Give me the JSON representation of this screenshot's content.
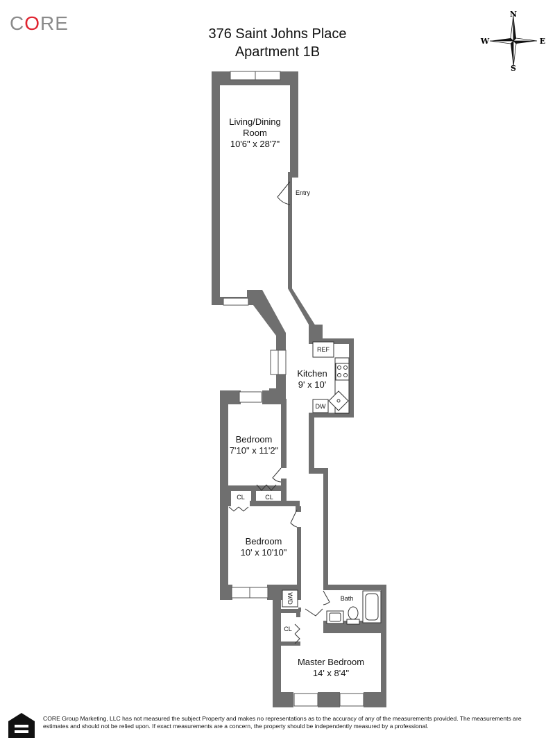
{
  "brand": {
    "logo_prefix": "C",
    "logo_accent": "O",
    "logo_suffix": "RE",
    "accent_color": "#e0232f",
    "gray_color": "#8a8a8a"
  },
  "header": {
    "address": "376 Saint Johns Place",
    "unit": "Apartment 1B"
  },
  "compass": {
    "n": "N",
    "s": "S",
    "e": "E",
    "w": "W"
  },
  "rooms": {
    "living": {
      "name_line1": "Living/Dining",
      "name_line2": "Room",
      "dims": "10'6\" x 28'7\""
    },
    "kitchen": {
      "name": "Kitchen",
      "dims": "9' x 10'"
    },
    "bedroom1": {
      "name": "Bedroom",
      "dims": "7'10\" x 11'2\""
    },
    "bedroom2": {
      "name": "Bedroom",
      "dims": "10' x 10'10\""
    },
    "master": {
      "name": "Master Bedroom",
      "dims": "14' x 8'4\""
    },
    "bath": {
      "name": "Bath"
    }
  },
  "labels": {
    "entry": "Entry",
    "ref": "REF",
    "dw": "DW",
    "wd": "W/D",
    "cl": "CL"
  },
  "disclaimer": "CORE Group Marketing, LLC has not measured the subject Property and makes no representations as to the accuracy of any of the measurements provided. The measurements are estimates and should not be relied upon. If exact measurements are a concern, the property should be independently measured by a professional."
}
